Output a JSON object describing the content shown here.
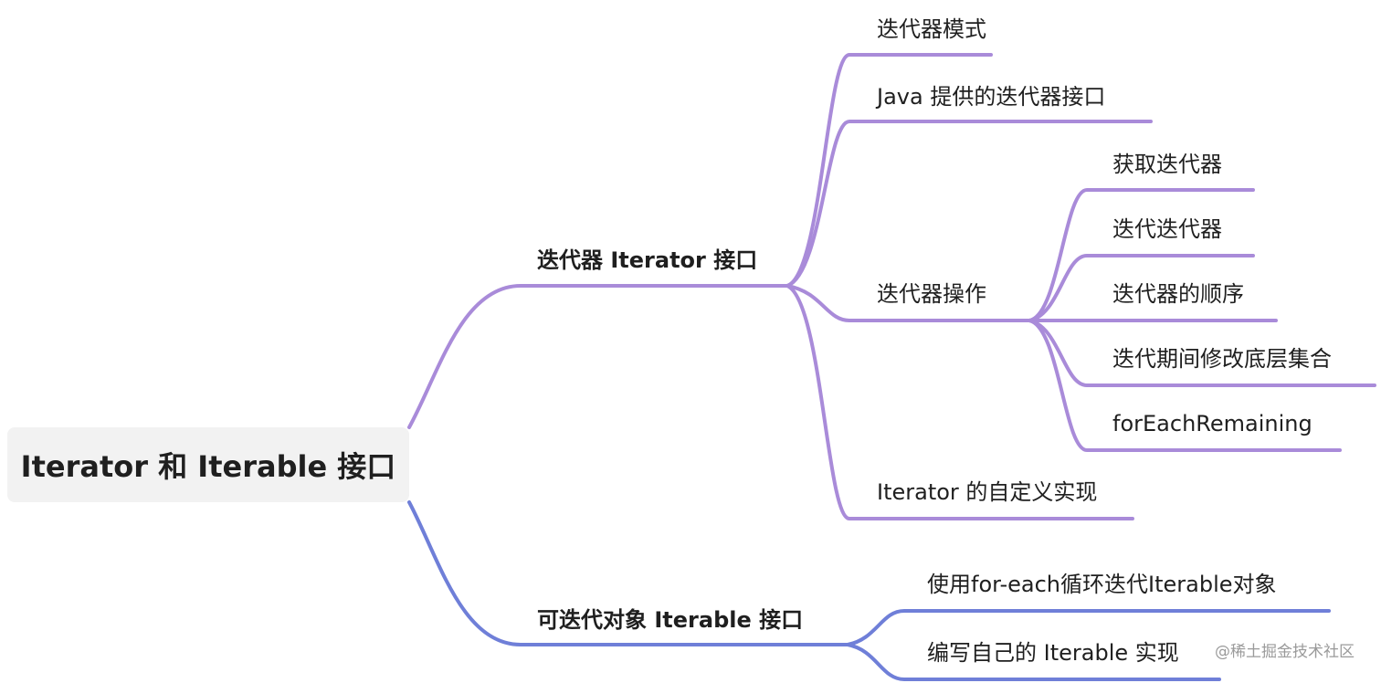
{
  "colors": {
    "branch_iterator": "#a98bd9",
    "branch_iterable": "#6f7fd8",
    "root_bg": "#f2f2f2"
  },
  "mindmap": {
    "root": "Iterator 和 Iterable 接口",
    "branches": [
      {
        "label": "迭代器 Iterator 接口",
        "children": [
          {
            "label": "迭代器模式"
          },
          {
            "label": "Java 提供的迭代器接口"
          },
          {
            "label": "迭代器操作",
            "children": [
              {
                "label": "获取迭代器"
              },
              {
                "label": "迭代迭代器"
              },
              {
                "label": "迭代器的顺序"
              },
              {
                "label": "迭代期间修改底层集合"
              },
              {
                "label": "forEachRemaining"
              }
            ]
          },
          {
            "label": "Iterator 的自定义实现"
          }
        ]
      },
      {
        "label": "可迭代对象 Iterable 接口",
        "children": [
          {
            "label": "使用for-each循环迭代Iterable对象"
          },
          {
            "label": "编写自己的 Iterable 实现"
          }
        ]
      }
    ]
  },
  "watermark": "@稀土掘金技术社区"
}
